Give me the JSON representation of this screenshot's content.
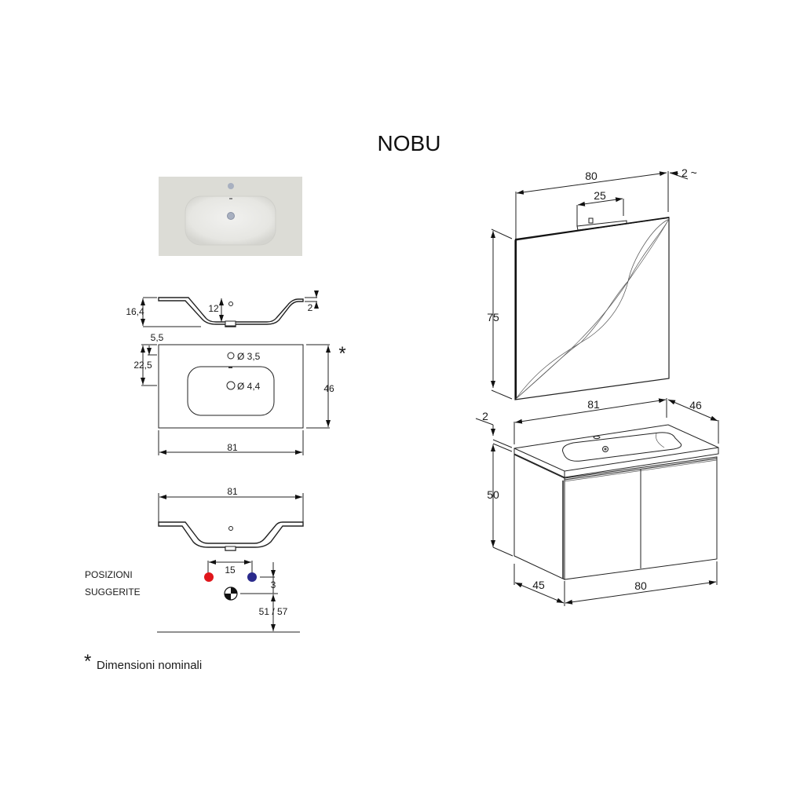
{
  "title": "NOBU",
  "sink_photo": {
    "colors": {
      "top": "#dcdcd6",
      "basin": "#e9e9e6",
      "tap_hole": "#a8b0c0"
    }
  },
  "section_view": {
    "height_label": "16,4",
    "basin_depth_label": "12",
    "rim_label": "2"
  },
  "top_view": {
    "edge_offset_label": "5,5",
    "tap_offset_label": "22,5",
    "tap_hole_label": "Ø 3,5",
    "drain_hole_label": "Ø 4,4",
    "depth_label": "46",
    "width_label": "81",
    "asterisk": "*"
  },
  "front_view": {
    "width_label": "81",
    "suggested_positions_line1": "POSIZIONI",
    "suggested_positions_line2": "SUGGERITE",
    "tap_spacing_label": "15",
    "vertical_offset_label": "3",
    "drain_height_label": "51 / 57",
    "colors": {
      "hot": "#e0161b",
      "cold": "#2a2a8c"
    }
  },
  "mirror": {
    "width_label": "80",
    "lamp_width_label": "25",
    "depth_label": "2 ~",
    "height_label": "75"
  },
  "cabinet": {
    "top_width_label": "81",
    "top_depth_label": "46",
    "top_thickness_label": "2",
    "height_label": "50",
    "base_depth_label": "45",
    "base_width_label": "80"
  },
  "footnote": {
    "asterisk": "*",
    "text": "Dimensioni nominali"
  }
}
